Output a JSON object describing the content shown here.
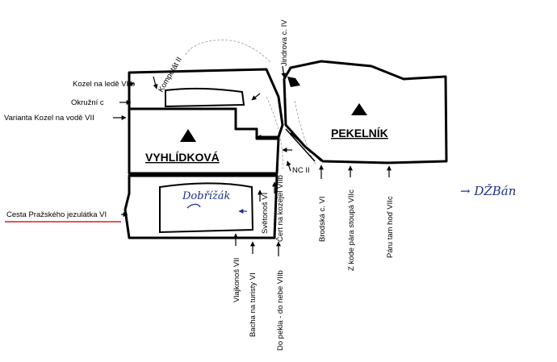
{
  "blocks": {
    "vyhlidkova": "VYHLÍDKOVÁ",
    "pekelnik": "PEKELNÍK"
  },
  "routes": {
    "kozel_na_lede": "Kozel na ledě VIIb",
    "okruzni": "Okružní c",
    "varianta_kozel": "Varianta Kozel na vodě VII",
    "cesta_prazskeho": "Cesta Pražského jezulátka VI",
    "kompetat": "Kompetát II",
    "jindrova": "Jindrova c. IV",
    "svetonos": "Světonoš VI",
    "cert": "Čert na kozejel VIIb",
    "do_pekla": "Do pekla - do nebe VIIb",
    "vlajkonos": "Vlajkonoš VII",
    "bacha": "Bacha na turisty VI",
    "nc": "NC II",
    "brodska": "Brodská c. VI",
    "z_kode": "Z kode pára stoupá VIIc",
    "paru": "Páru tam hoď VIIc"
  },
  "annotations": {
    "dobrizak": "Dobřížák",
    "dzban": "→ DŽBán"
  },
  "colors": {
    "ink": "#000000",
    "handwriting": "#1f2f8c",
    "underline": "#d42020"
  }
}
